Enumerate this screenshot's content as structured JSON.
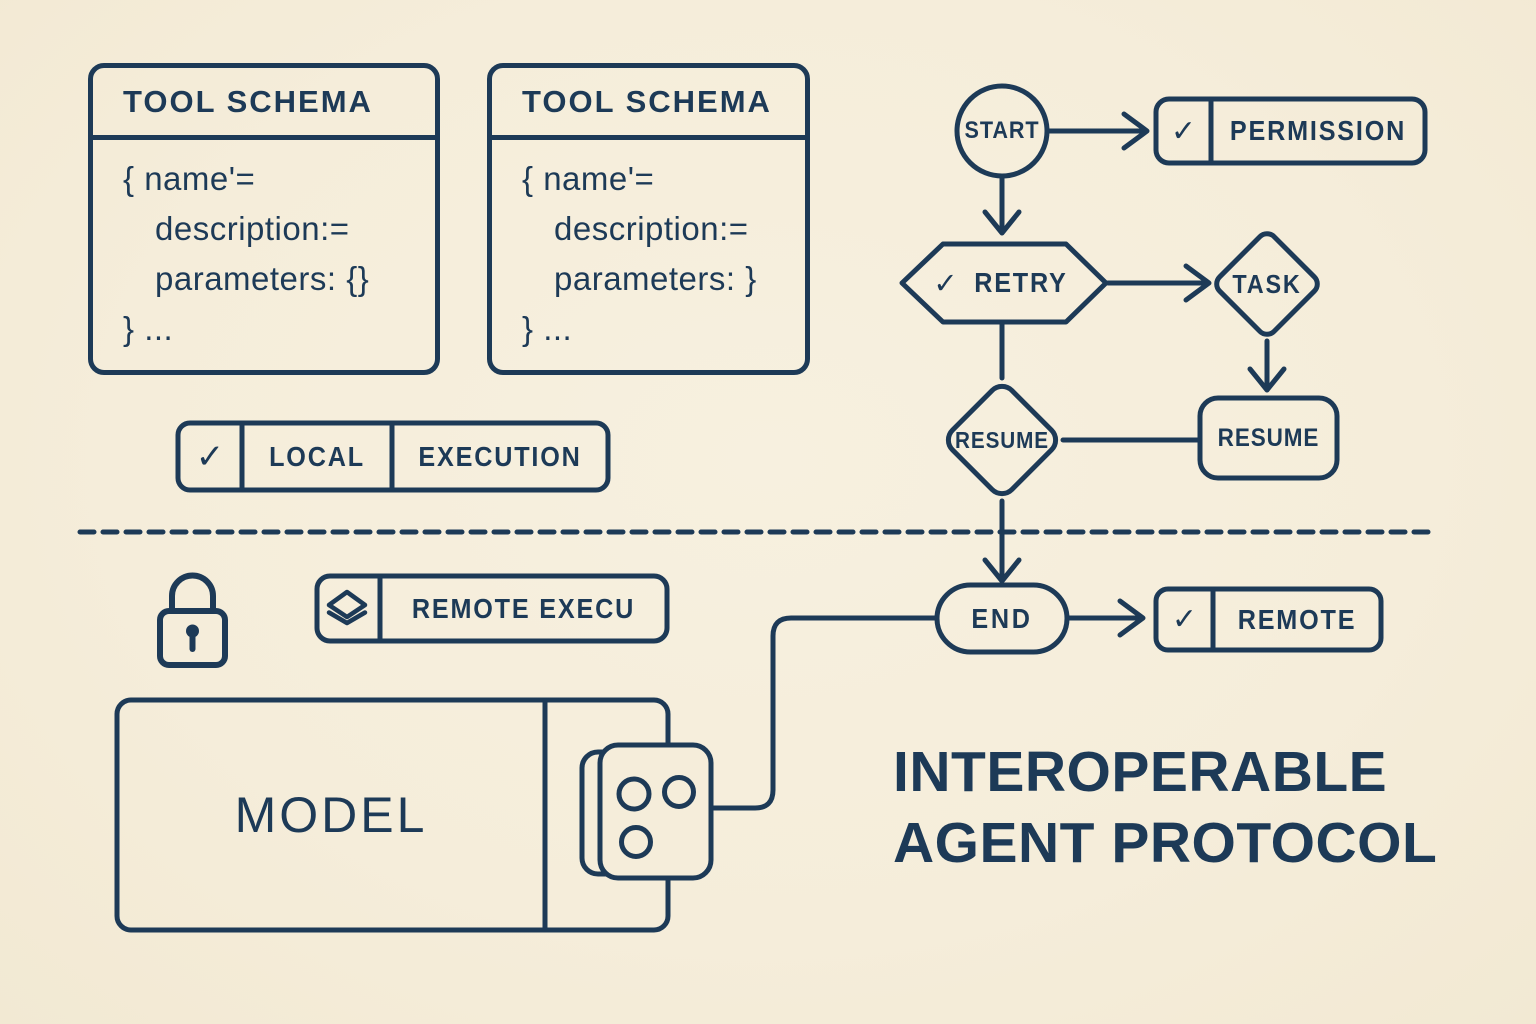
{
  "colors": {
    "background": "#f5edda",
    "ink": "#1d3a57"
  },
  "schema_cards": [
    {
      "title": "TOOL SCHEMA",
      "lines": [
        "{ name'=",
        "description:=",
        "parameters: {}",
        "} ..."
      ]
    },
    {
      "title": "TOOL SCHEMA",
      "lines": [
        "{ name'=",
        "description:=",
        "parameters: }",
        "} ..."
      ]
    }
  ],
  "local_badge": {
    "icon": "check-icon",
    "check_glyph": "✓",
    "segment1": "LOCAL",
    "segment2": "EXECUTION"
  },
  "remote_exec_badge": {
    "icon": "layers-icon",
    "label": "REMOTE EXECU"
  },
  "security_icon": "padlock-icon",
  "flowchart": {
    "start": "START",
    "permission": {
      "icon": "check-icon",
      "check_glyph": "✓",
      "label": "PERMISSION"
    },
    "retry": {
      "icon": "check-icon",
      "check_glyph": "✓",
      "label": "RETRY"
    },
    "task": "TASK",
    "resume_diamond": "RESUME",
    "resume_box": "RESUME",
    "end": "END",
    "remote": {
      "icon": "check-icon",
      "check_glyph": "✓",
      "label": "REMOTE"
    }
  },
  "model": {
    "label": "MODEL"
  },
  "title": {
    "line1": "INTEROPERABLE",
    "line2": "AGENT PROTOCOL"
  }
}
